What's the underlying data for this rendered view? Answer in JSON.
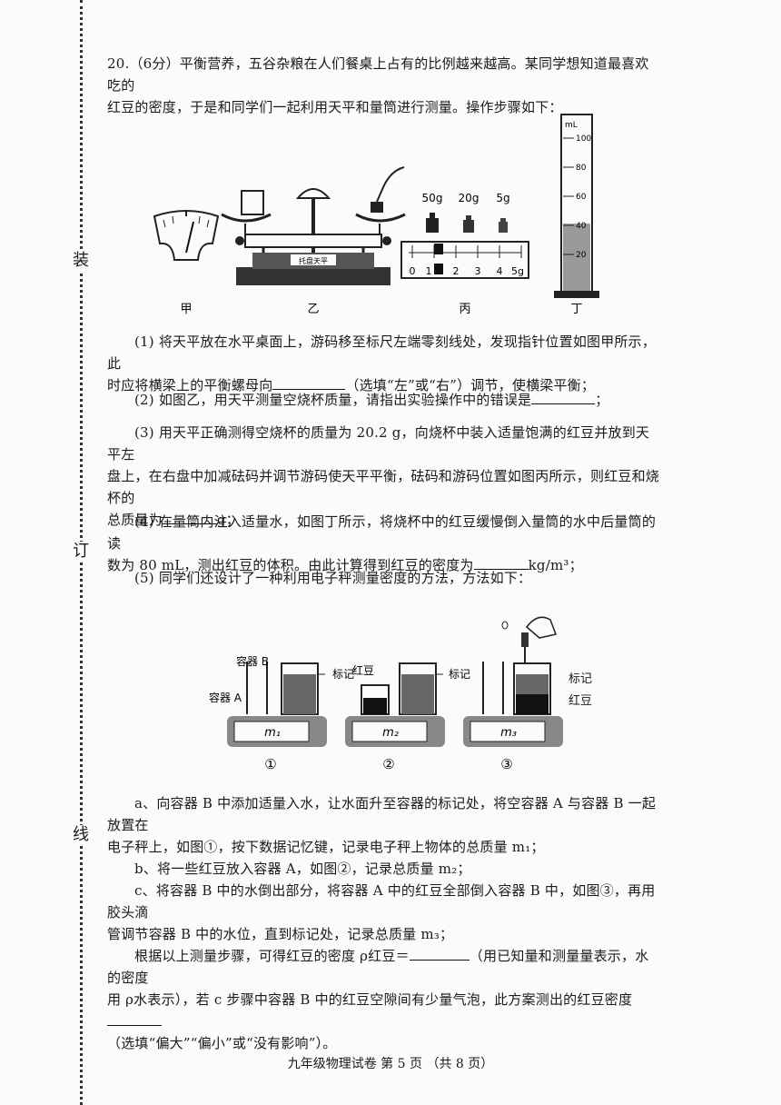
{
  "binding": [
    "装",
    "订",
    "线"
  ],
  "question": {
    "intro_1": "20.（6分）平衡营养，五谷杂粮在人们餐桌上占有的比例越来越高。某同学想知道最喜欢吃的",
    "intro_2": "红豆的密度，于是和同学们一起利用天平和量筒进行测量。操作步骤如下：",
    "p1_a": "(1) 将天平放在水平桌面上，游码移至标尺左端零刻线处，发现指针位置如图甲所示，此",
    "p1_b": "时应将横梁上的平衡螺母向",
    "p1_c": "（选填“左”或“右”）调节，使横梁平衡；",
    "p2_a": "(2) 如图乙，用天平测量空烧杯质量，请指出实验操作中的错误是",
    "p2_b": "；",
    "p3_a": "(3) 用天平正确测得空烧杯的质量为 20.2 g，向烧杯中装入适量饱满的红豆并放到天平左",
    "p3_b": "盘上，在右盘中加减砝码并调节游码使天平平衡，砝码和游码位置如图丙所示，则红豆和烧杯的",
    "p3_c": "总质量为",
    "p3_d": "g；",
    "p4_a": "(4) 在量筒内注入适量水，如图丁所示，将烧杯中的红豆缓慢倒入量筒的水中后量筒的读",
    "p4_b": "数为 80 mL，测出红豆的体积。由此计算得到红豆的密度为",
    "p4_c": "kg/m³；",
    "p5": "(5) 同学们还设计了一种利用电子秤测量密度的方法，方法如下：",
    "step_a1": "a、向容器 B 中添加适量入水，让水面升至容器的标记处，将空容器 A 与容器 B 一起放置在",
    "step_a2": "电子秤上，如图①，按下数据记忆键，记录电子秤上物体的总质量 m₁；",
    "step_b": "b、将一些红豆放入容器 A，如图②，记录总质量 m₂；",
    "step_c1": "c、将容器 B 中的水倒出部分，将容器 A 中的红豆全部倒入容器 B 中，如图③，再用胶头滴",
    "step_c2": "管调节容器 B 中的水位，直到标记处，记录总质量 m₃；",
    "concl_1a": "根据以上测量步骤，可得红豆的密度 ρ红豆＝",
    "concl_1b": "（用已知量和测量量表示，水的密度",
    "concl_2a": "用 ρ水表示），若 c 步骤中容器 B 中的红豆空隙间有少量气泡，此方案测出的红豆密度",
    "concl_3": "（选填“偏大”“偏小”或“没有影响”）。"
  },
  "figures_top": {
    "labels": [
      "甲",
      "乙",
      "丙",
      "丁"
    ],
    "balance_plate": "托盘天平",
    "weights": [
      "50g",
      "20g",
      "5g"
    ],
    "ruler_ticks": [
      "0",
      "1",
      "2",
      "3",
      "4",
      "5g"
    ],
    "cylinder_unit": "mL",
    "cylinder_ticks": [
      "100",
      "80",
      "60",
      "40",
      "20"
    ]
  },
  "figures_bottom": {
    "container_b": "容器 B",
    "container_a": "容器 A",
    "mark": "标记",
    "beans": "红豆",
    "masses": [
      "m₁",
      "m₂",
      "m₃"
    ],
    "circles": [
      "①",
      "②",
      "③"
    ]
  },
  "footer": "九年级物理试卷  第 5 页  （共 8 页）"
}
